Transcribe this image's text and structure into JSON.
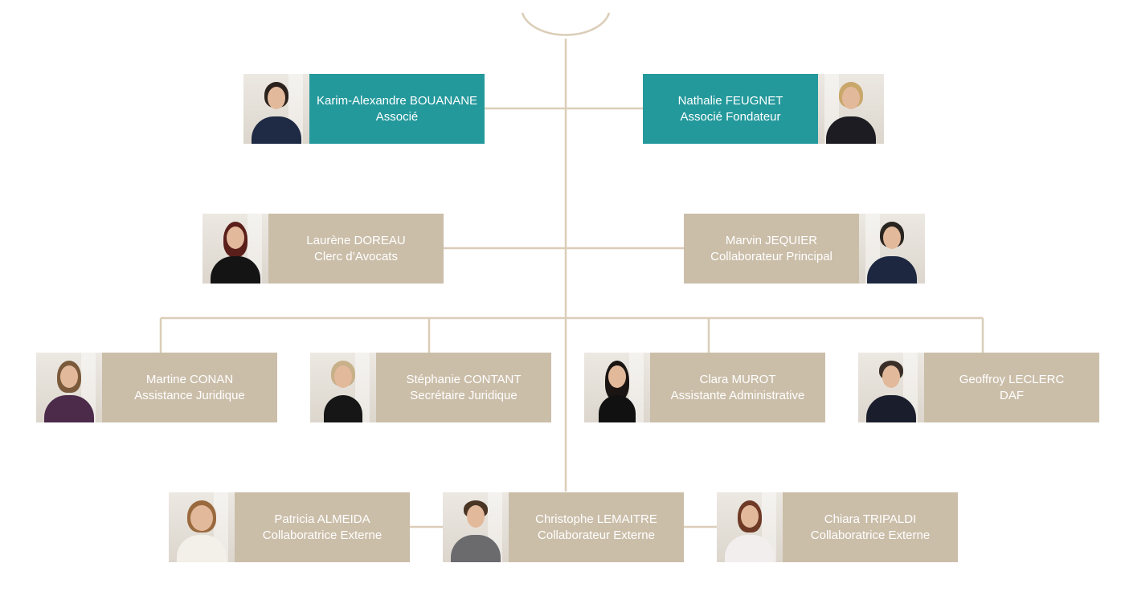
{
  "colors": {
    "connector": "#dbcdb8",
    "partner_card": "#24999c",
    "staff_card": "#cbbea9",
    "card_text": "#ffffff"
  },
  "partners": [
    {
      "name": "Karim-Alexandre BOUANANE",
      "role": "Associé",
      "photo_icon": "portrait-man-suit-icon"
    },
    {
      "name": "Nathalie FEUGNET",
      "role": "Associé Fondateur",
      "photo_icon": "portrait-woman-blonde-icon"
    }
  ],
  "tier2": [
    {
      "name": "Laurène  DOREAU",
      "role": "Clerc d’Avocats",
      "photo_icon": "portrait-woman-auburn-icon"
    },
    {
      "name": "Marvin JEQUIER",
      "role": "Collaborateur Principal",
      "photo_icon": "portrait-man-suit-icon"
    }
  ],
  "tier3": [
    {
      "name": "Martine CONAN",
      "role": "Assistance Juridique",
      "photo_icon": "portrait-woman-glasses-icon"
    },
    {
      "name": "Stéphanie CONTANT",
      "role": "Secrétaire Juridique",
      "photo_icon": "portrait-woman-blonde-icon"
    },
    {
      "name": "Clara MUROT",
      "role": "Assistante Administrative",
      "photo_icon": "portrait-woman-dark-hair-icon"
    },
    {
      "name": "Geoffroy LECLERC",
      "role": "DAF",
      "photo_icon": "portrait-man-suit-icon"
    }
  ],
  "tier4": [
    {
      "name": "Patricia ALMEIDA",
      "role": "Collaboratrice Externe",
      "photo_icon": "portrait-woman-smiling-icon"
    },
    {
      "name": "Christophe LEMAITRE",
      "role": "Collaborateur  Externe",
      "photo_icon": "portrait-man-beard-icon"
    },
    {
      "name": "Chiara TRIPALDI",
      "role": "Collaboratrice Externe",
      "photo_icon": "portrait-woman-glasses-icon"
    }
  ]
}
